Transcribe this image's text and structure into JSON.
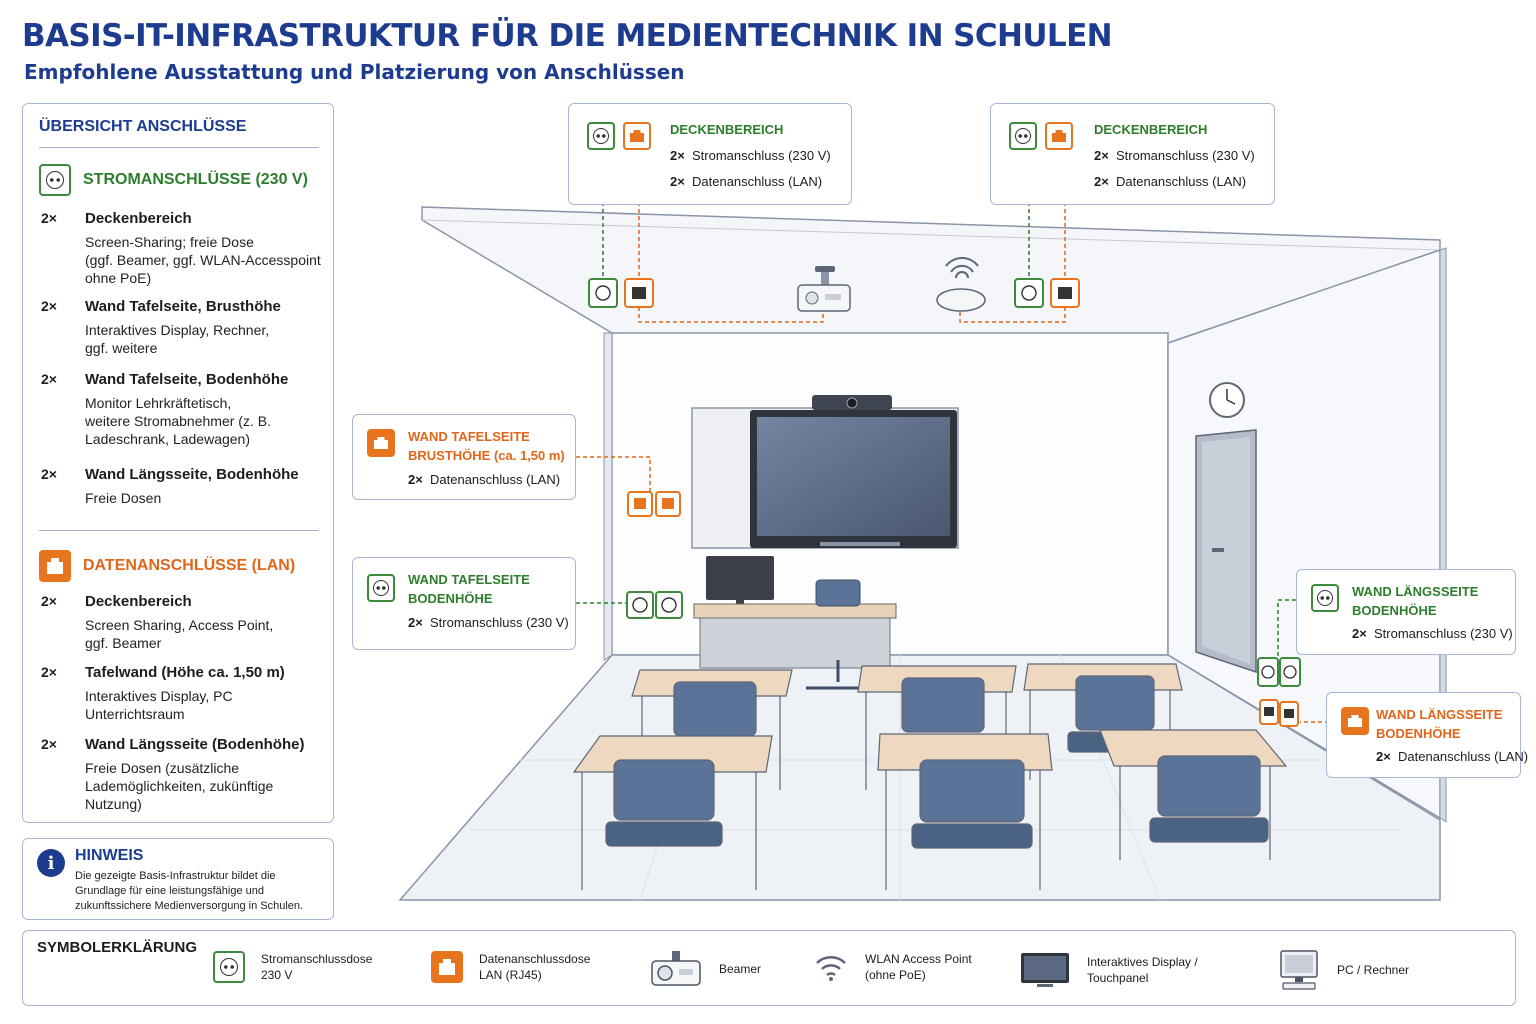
{
  "title": "BASIS-IT-INFRASTRUKTUR FÜR DIE MEDIENTECHNIK IN SCHULEN",
  "subtitle": "Empfohlene Ausstattung und Platzierung von Anschlüssen",
  "overview": {
    "heading": "ÜBERSICHT ANSCHLÜSSE",
    "power": {
      "label": "STROMANSCHLÜSSE (230 V)",
      "items": [
        {
          "qty": "2×",
          "title": "Deckenbereich",
          "desc": "Screen-Sharing; freie Dose\n(ggf. Beamer, ggf. WLAN-Accesspoint\nohne PoE)"
        },
        {
          "qty": "2×",
          "title": "Wand Tafelseite, Brusthöhe",
          "desc": "Interaktives Display, Rechner,\nggf. weitere"
        },
        {
          "qty": "2×",
          "title": "Wand Tafelseite, Bodenhöhe",
          "desc": "Monitor Lehrkräftetisch,\nweitere Stromabnehmer (z. B.\nLadeschrank, Ladewagen)"
        },
        {
          "qty": "2×",
          "title": "Wand Längsseite, Bodenhöhe",
          "desc": "Freie Dosen"
        }
      ]
    },
    "data": {
      "label": "DATENANSCHLÜSSE (LAN)",
      "items": [
        {
          "qty": "2×",
          "title": "Deckenbereich",
          "desc": "Screen Sharing, Access Point,\nggf. Beamer"
        },
        {
          "qty": "2×",
          "title": "Tafelwand (Höhe ca. 1,50 m)",
          "desc": "Interaktives Display, PC\nUnterrichtsraum"
        },
        {
          "qty": "2×",
          "title": "Wand Längsseite (Bodenhöhe)",
          "desc": "Freie Dosen (zusätzliche\nLademöglichkeiten, zukünftige\nNutzung)"
        }
      ]
    }
  },
  "hint": {
    "title": "HINWEIS",
    "text": "Die gezeigte Basis-Infrastruktur bildet die Grundlage für eine leistungsfähige und zukunftssichere Medienversorgung in Schulen."
  },
  "callouts": {
    "ceiling_left": {
      "title": "DECKENBEREICH",
      "l1_qty": "2×",
      "l1": "Stromanschluss (230 V)",
      "l2_qty": "2×",
      "l2": "Datenanschluss (LAN)"
    },
    "ceiling_right": {
      "title": "DECKENBEREICH",
      "l1_qty": "2×",
      "l1": "Stromanschluss (230 V)",
      "l2_qty": "2×",
      "l2": "Datenanschluss (LAN)"
    },
    "board_chest": {
      "title1": "WAND TAFELSEITE",
      "title2": "BRUSTHÖHE (ca. 1,50 m)",
      "qty": "2×",
      "line": "Datenanschluss (LAN)"
    },
    "board_floor": {
      "title1": "WAND TAFELSEITE",
      "title2": "BODENHÖHE",
      "qty": "2×",
      "line": "Stromanschluss (230 V)"
    },
    "long_power": {
      "title1": "WAND LÄNGSSEITE",
      "title2": "BODENHÖHE",
      "qty": "2×",
      "line": "Stromanschluss (230 V)"
    },
    "long_data": {
      "title1": "WAND LÄNGSSEITE",
      "title2": "BODENHÖHE",
      "qty": "2×",
      "line": "Datenanschluss (LAN)"
    }
  },
  "legend": {
    "title": "SYMBOLERKLÄRUNG",
    "items": [
      {
        "icon": "power-socket-icon",
        "l1": "Stromanschlussdose",
        "l2": "230 V"
      },
      {
        "icon": "data-socket-icon",
        "l1": "Datenanschlussdose",
        "l2": "LAN (RJ45)"
      },
      {
        "icon": "projector-icon",
        "l1": "Beamer",
        "l2": ""
      },
      {
        "icon": "wifi-icon",
        "l1": "WLAN Access Point",
        "l2": "(ohne PoE)"
      },
      {
        "icon": "display-icon",
        "l1": "Interaktives Display /",
        "l2": "Touchpanel"
      },
      {
        "icon": "pc-icon",
        "l1": "PC / Rechner",
        "l2": ""
      }
    ]
  },
  "colors": {
    "title_blue": "#1d3c8f",
    "power_green": "#2c7d2c",
    "data_orange": "#e0661a",
    "panel_border": "#a9b7d6",
    "chair_blue": "#5a7396",
    "desk_top": "#eed9c0"
  }
}
